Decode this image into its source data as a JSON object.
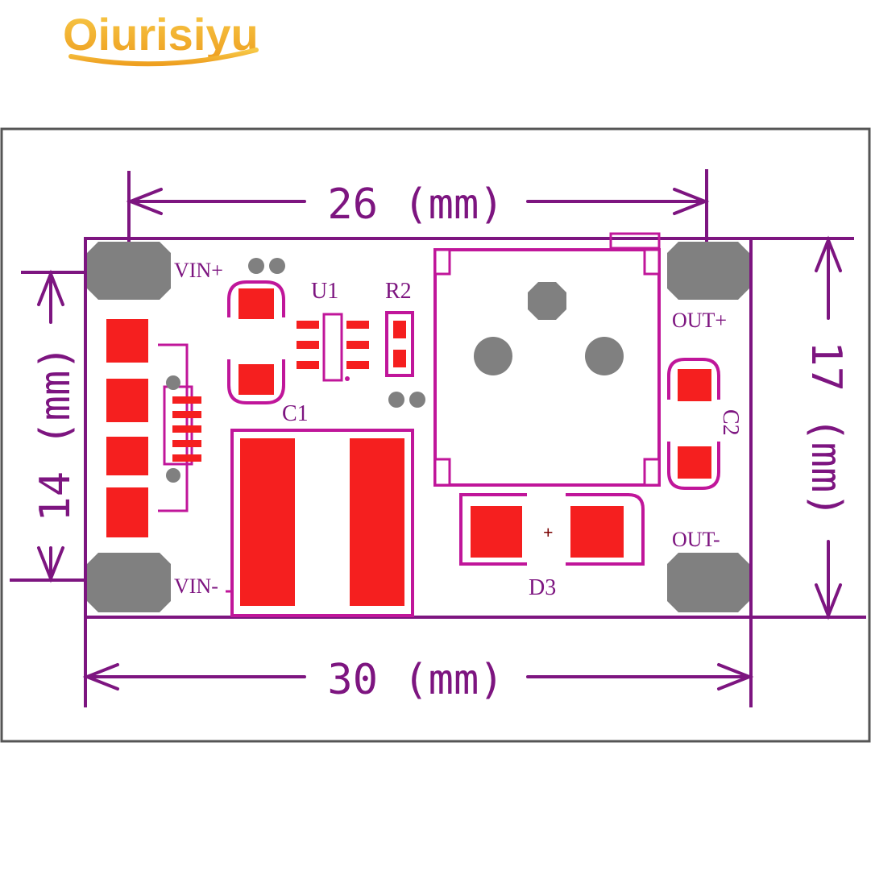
{
  "brand": {
    "text": "Oiurisiyu"
  },
  "dimensions": {
    "top": "26 (mm)",
    "bottom": "30 (mm)",
    "left": "14 (mm)",
    "right": "17 (mm)"
  },
  "silkscreen": {
    "vin_plus": "VIN+",
    "vin_minus": "VIN-",
    "u1": "U1",
    "r2": "R2",
    "c1": "C1",
    "c2": "C2",
    "out_plus": "OUT+",
    "out_minus": "OUT-",
    "d3": "D3",
    "polarity": "+"
  },
  "colors": {
    "outline": "#7d1580",
    "silk": "#c0169a",
    "pad": "#f51f1f",
    "hole": "#808080",
    "brand": "#f2b234"
  }
}
